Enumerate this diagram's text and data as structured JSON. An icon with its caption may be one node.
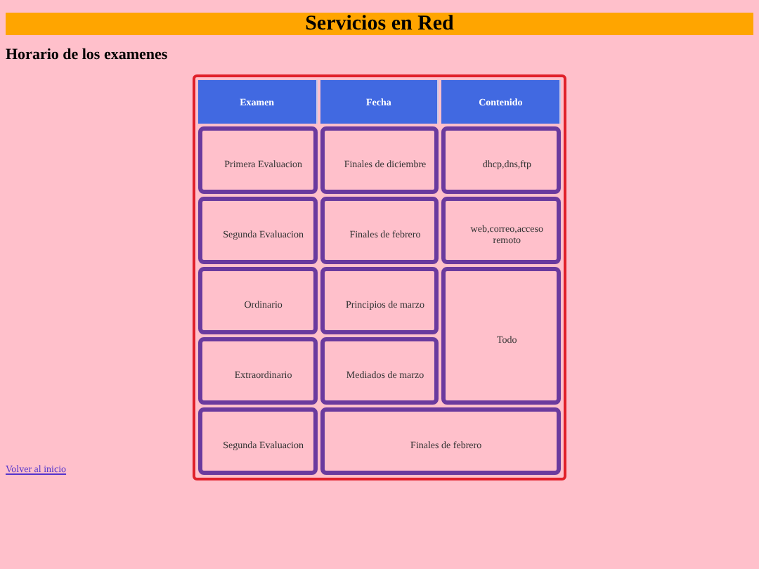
{
  "diagram": {
    "title": "Servicios en Red",
    "labels": [
      "Horario de los examenes",
      "Examen",
      "Fecha",
      "Contenido",
      "Primera Evaluacion",
      "Finales de diciembre",
      "dhcp,dns,ftp",
      "Segunda Evaluacion",
      "Finales de febrero",
      "web,correo,acceso remoto",
      "Ordinario",
      "Principios de marzo",
      "Todo",
      "Extraordinario",
      "Mediados de marzo",
      "Segunda Evaluacion",
      "Finales de febrero",
      "Volver al inicio"
    ]
  }
}
